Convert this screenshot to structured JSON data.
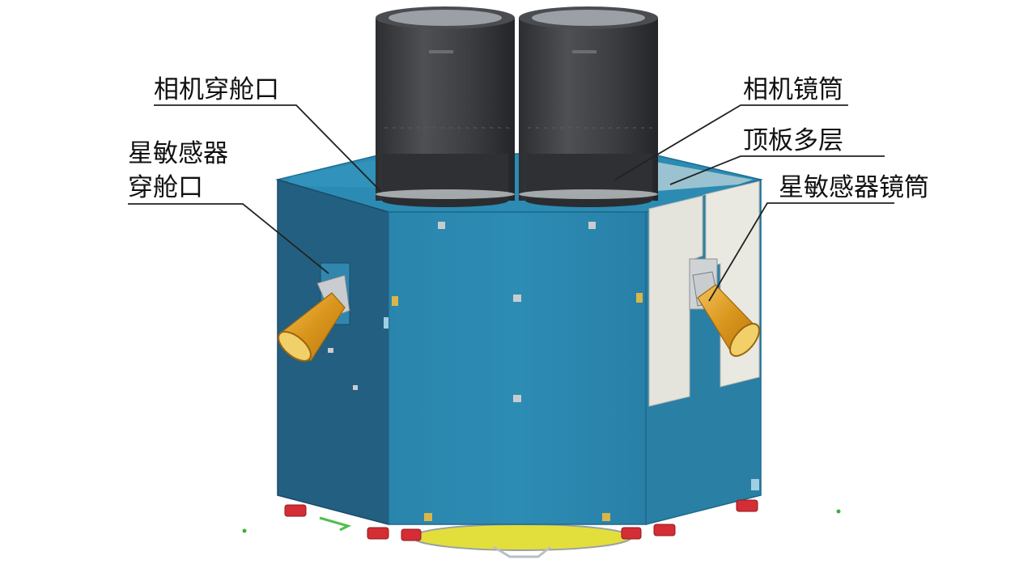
{
  "labels": {
    "camera_port": "相机穿舱口",
    "star_sensor_port_line1": "星敏感器",
    "star_sensor_port_line2": "穿舱口",
    "camera_tube": "相机镜筒",
    "top_mli": "顶板多层",
    "star_sensor_tube": "星敏感器镜筒"
  },
  "colors": {
    "body_front": "#2a86ad",
    "body_left": "#235f80",
    "top_panel": "#2b8bb3",
    "cylinder": "#3c3e41",
    "mli": "#e4e3dc",
    "baffle": "#d99a1f",
    "foot": "#d42d35"
  }
}
